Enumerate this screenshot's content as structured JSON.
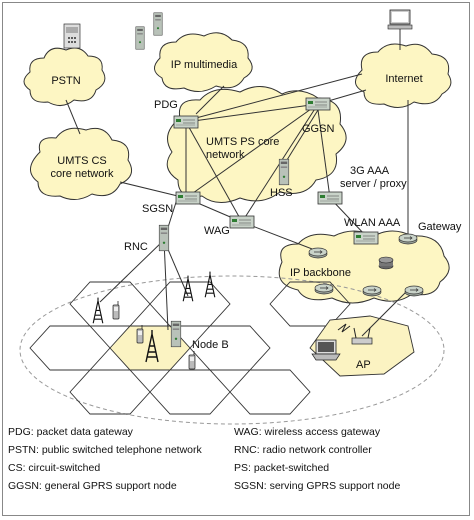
{
  "clouds": {
    "pstn": "PSTN",
    "ip_multimedia": "IP multimedia",
    "internet": "Internet",
    "umts_cs": [
      "UMTS CS",
      "core network"
    ],
    "umts_ps": [
      "UMTS PS core",
      "network"
    ],
    "ip_backbone": "IP backbone"
  },
  "nodes": {
    "pdg": "PDG",
    "ggsn": "GGSN",
    "hss": "HSS",
    "sgsn": "SGSN",
    "wag": "WAG",
    "aaa_server": [
      "3G AAA",
      "server / proxy"
    ],
    "wlan_aaa": "WLAN AAA",
    "gateway": "Gateway",
    "rnc": "RNC",
    "node_b": "Node B",
    "ap": "AP"
  },
  "legend": [
    [
      "PDG: packet data gateway",
      "WAG: wireless access gateway"
    ],
    [
      "PSTN: public switched telephone network",
      "RNC: radio network controller"
    ],
    [
      "CS: circuit-switched",
      "PS: packet-switched"
    ],
    [
      "GGSN: general GPRS support node",
      "SGSN: serving GPRS support node"
    ]
  ],
  "colors": {
    "cloud_fill": "#fdf6c3",
    "cloud_stroke": "#333333",
    "device_fill": "#c9d3c9",
    "hex_fill": "#fbf3c2"
  },
  "icons": [
    "telephone-icon",
    "server-tower-icon",
    "workstation-icon",
    "router-icon",
    "cell-tower-icon",
    "mobile-phone-icon",
    "laptop-icon",
    "wireless-access-point-icon"
  ]
}
